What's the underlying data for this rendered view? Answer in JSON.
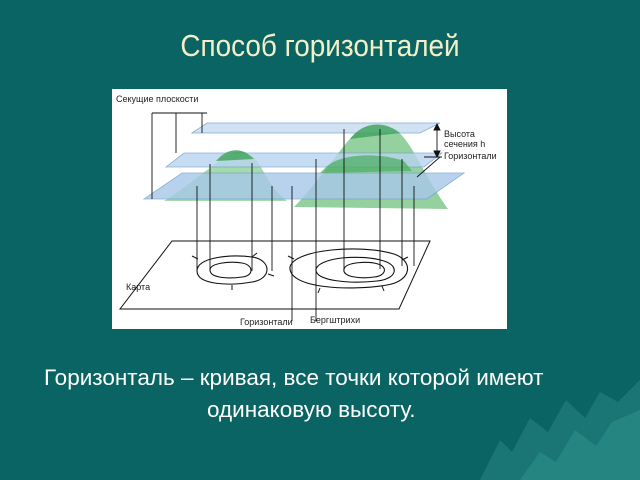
{
  "slide": {
    "title": "Способ горизонталей",
    "caption_line1": "Горизонталь – кривая, все точки которой имеют",
    "caption_line2": "одинаковую высоту."
  },
  "figure": {
    "labels": {
      "planes": "Секущие плоскости",
      "height_1": "Высота",
      "height_2": "сечения h",
      "contours_right": "Горизонтали",
      "map": "Карта",
      "contours_bottom": "Горизонтали",
      "hachures": "Бергштрихи"
    }
  },
  "colors": {
    "background": "#0b6464",
    "title": "#f3f0c8",
    "plane": "#9ec4e8",
    "terrain": "#5ab86a"
  }
}
